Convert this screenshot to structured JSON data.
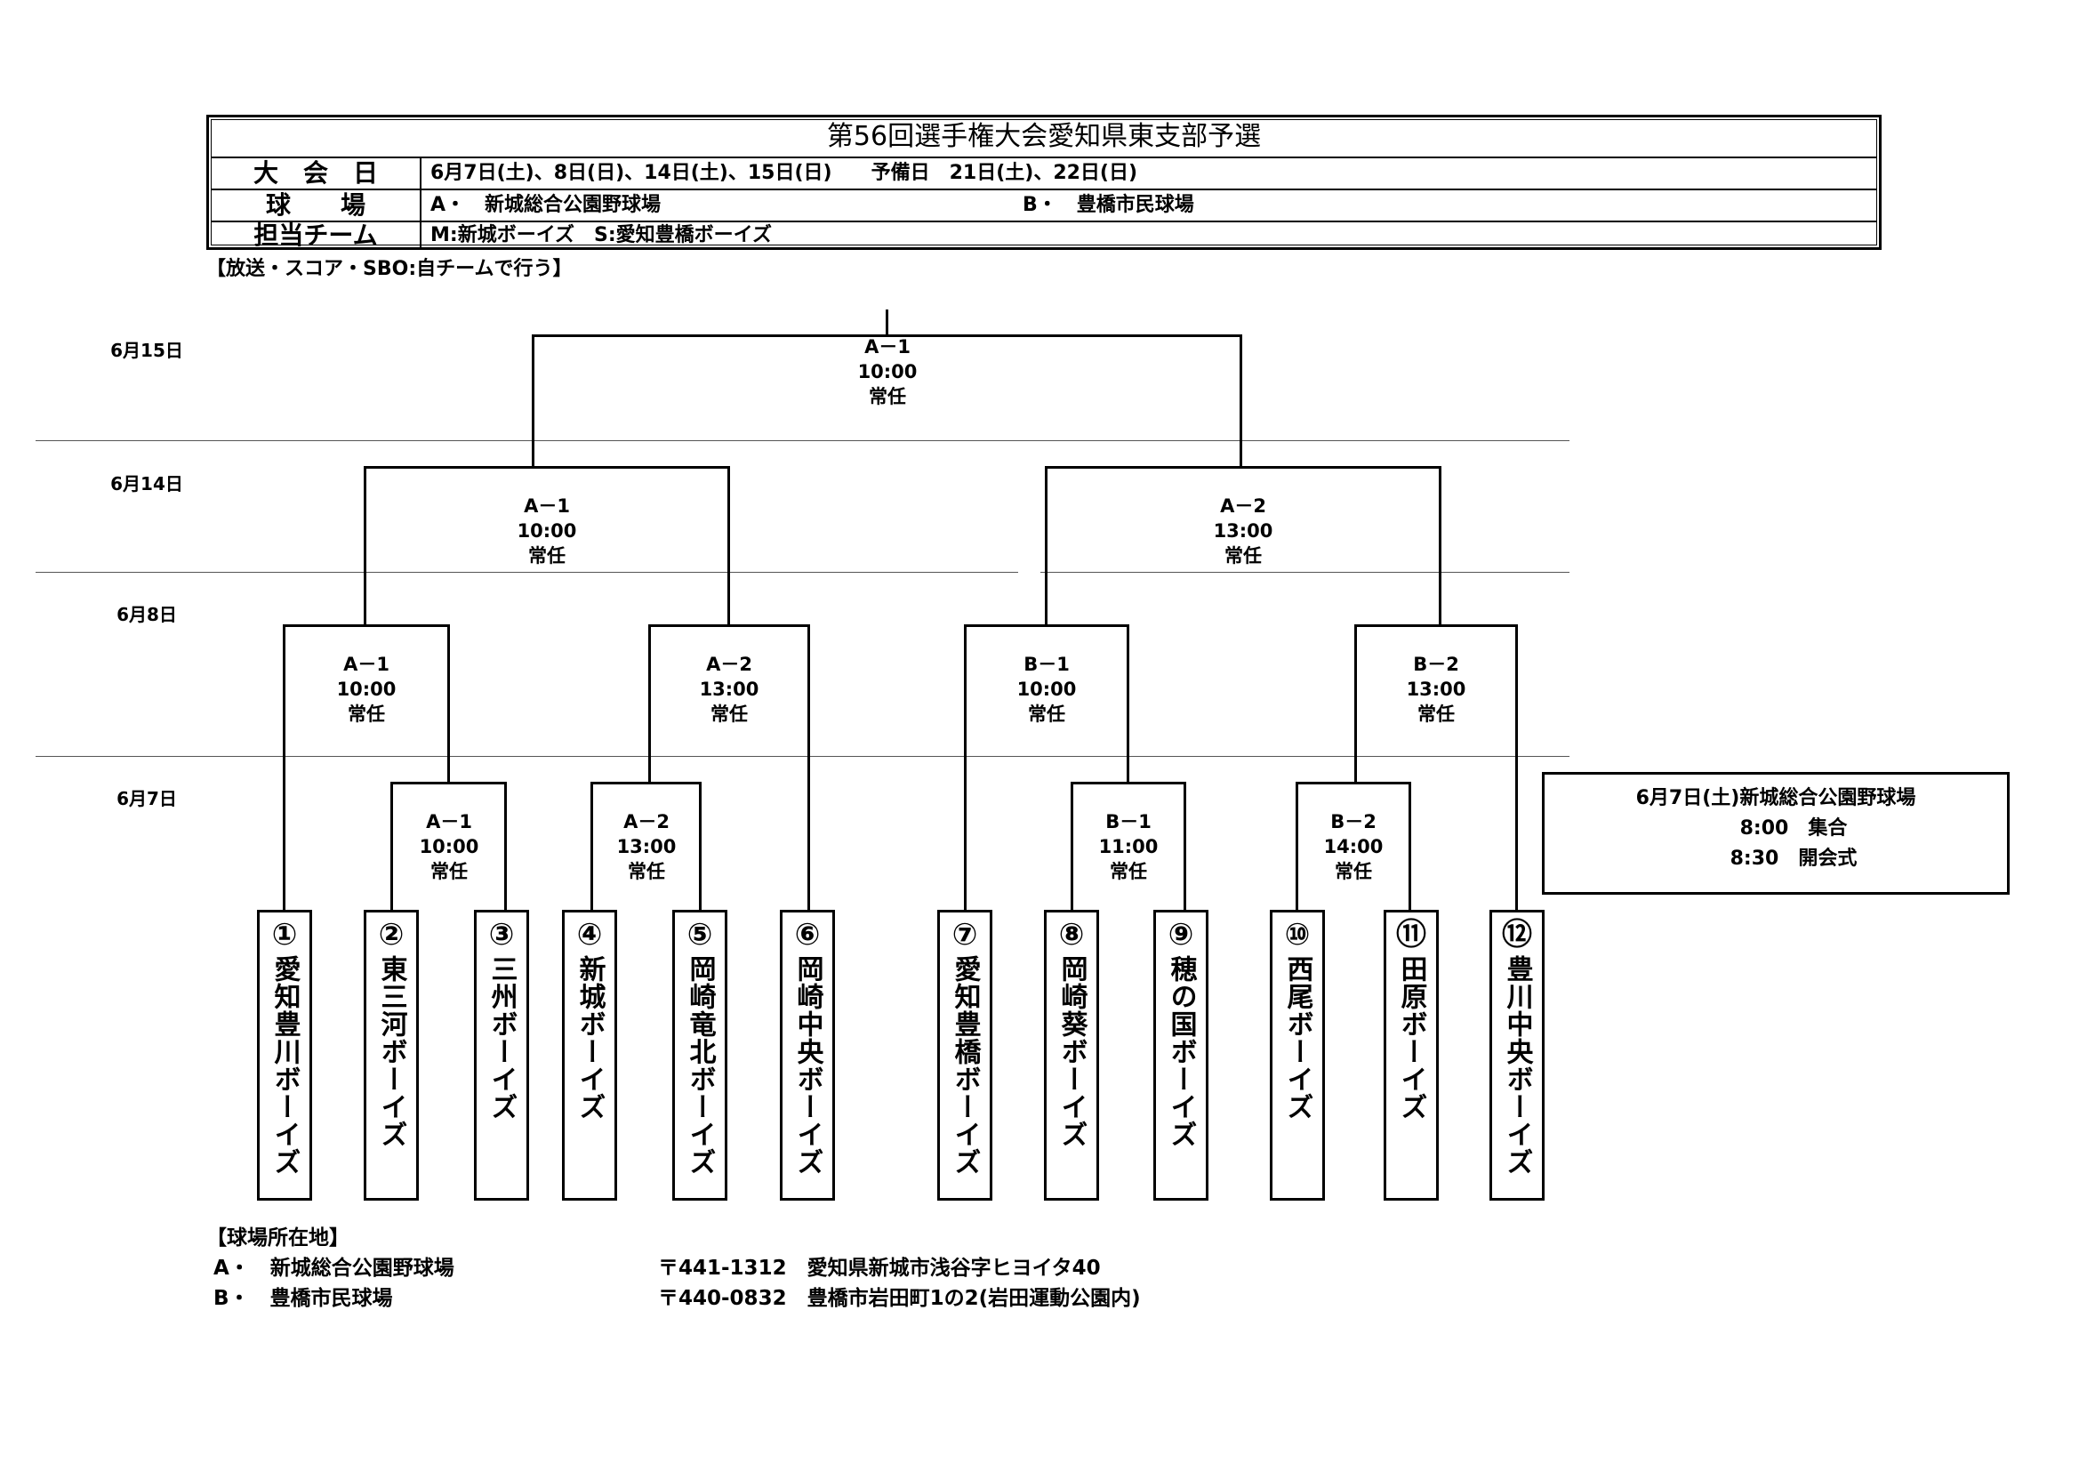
{
  "header": {
    "title": "第56回選手権大会愛知県東支部予選",
    "rows": [
      {
        "label": "大　会　日",
        "value": "6月7日(土)、8日(日)、14日(土)、15日(日)　　予備日　21日(土)、22日(日)"
      },
      {
        "label": "球　　場",
        "value_a": "A・　新城総合公園野球場",
        "value_b": "B・　豊橋市民球場"
      },
      {
        "label": "担当チーム",
        "value": "M:新城ボーイズ　S:愛知豊橋ボーイズ"
      }
    ],
    "note": "【放送・スコア・SBO:自チームで行う】"
  },
  "dates": {
    "d15": "6月15日",
    "d14": "6月14日",
    "d8": "6月8日",
    "d7": "6月7日"
  },
  "matches": {
    "final": "A－1\n10:00\n常任",
    "sf_a1": "A－1\n10:00\n常任",
    "sf_a2": "A－2\n13:00\n常任",
    "qf_a1": "A－1\n10:00\n常任",
    "qf_a2": "A－2\n13:00\n常任",
    "qf_b1": "B－1\n10:00\n常任",
    "qf_b2": "B－2\n13:00\n常任",
    "r1_a1": "A－1\n10:00\n常任",
    "r1_a2": "A－2\n13:00\n常任",
    "r1_b1": "B－1\n11:00\n常任",
    "r1_b2": "B－2\n14:00\n常任"
  },
  "teams": [
    {
      "num": "①",
      "name": "愛知豊川ボーイズ"
    },
    {
      "num": "②",
      "name": "東三河ボーイズ"
    },
    {
      "num": "③",
      "name": "三州ボーイズ"
    },
    {
      "num": "④",
      "name": "新城ボーイズ"
    },
    {
      "num": "⑤",
      "name": "岡崎竜北ボーイズ"
    },
    {
      "num": "⑥",
      "name": "岡崎中央ボーイズ"
    },
    {
      "num": "⑦",
      "name": "愛知豊橋ボーイズ"
    },
    {
      "num": "⑧",
      "name": "岡崎葵ボーイズ"
    },
    {
      "num": "⑨",
      "name": "穂の国ボーイズ"
    },
    {
      "num": "⑩",
      "name": "西尾ボーイズ"
    },
    {
      "num": "⑪",
      "name": "田原ボーイズ"
    },
    {
      "num": "⑫",
      "name": "豊川中央ボーイズ"
    }
  ],
  "info_box": {
    "line1": "6月7日(土)新城総合公園野球場",
    "line2": "8:00　集合",
    "line3": "8:30　開会式"
  },
  "locations": {
    "heading": "【球場所在地】",
    "a_name": "A・　新城総合公園野球場",
    "a_addr": "〒441-1312　愛知県新城市浅谷字ヒヨイタ40",
    "b_name": "B・　豊橋市民球場",
    "b_addr": "〒440-0832　豊橋市岩田町1の2(岩田運動公園内)"
  }
}
